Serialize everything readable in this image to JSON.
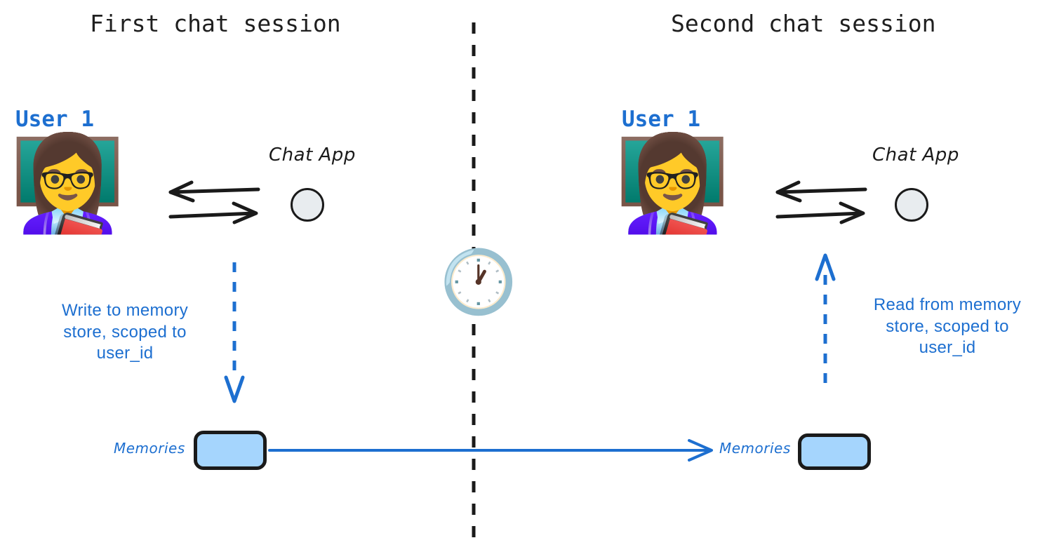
{
  "diagram": {
    "title_left": "First chat session",
    "title_right": "Second chat session",
    "divider": "vertical-dashed-time-divider",
    "center_icon": "clock-icon",
    "center_icon_glyph": "🕐"
  },
  "colors": {
    "accent_blue": "#1d6fd0",
    "memory_fill": "#a5d5fd",
    "outline_dark": "#1a1a1a",
    "app_circle_fill": "#e8ecef",
    "background": "#ffffff"
  },
  "left_session": {
    "heading": "First chat session",
    "user_label": "User 1",
    "user_avatar_glyph": "👩‍🏫",
    "app_label": "Chat App",
    "note": "Write to memory\nstore, scoped to\nuser_id",
    "memories_label": "Memories",
    "exchange_arrows": [
      "left",
      "right"
    ],
    "memory_arrow_direction": "down"
  },
  "right_session": {
    "heading": "Second chat session",
    "user_label": "User 1",
    "user_avatar_glyph": "👩‍🏫",
    "app_label": "Chat App",
    "note": "Read from memory\nstore, scoped to\nuser_id",
    "memories_label": "Memories",
    "exchange_arrows": [
      "left",
      "right"
    ],
    "memory_arrow_direction": "up"
  },
  "link": {
    "label": "memories-persist-across-sessions",
    "direction": "left-to-right"
  }
}
